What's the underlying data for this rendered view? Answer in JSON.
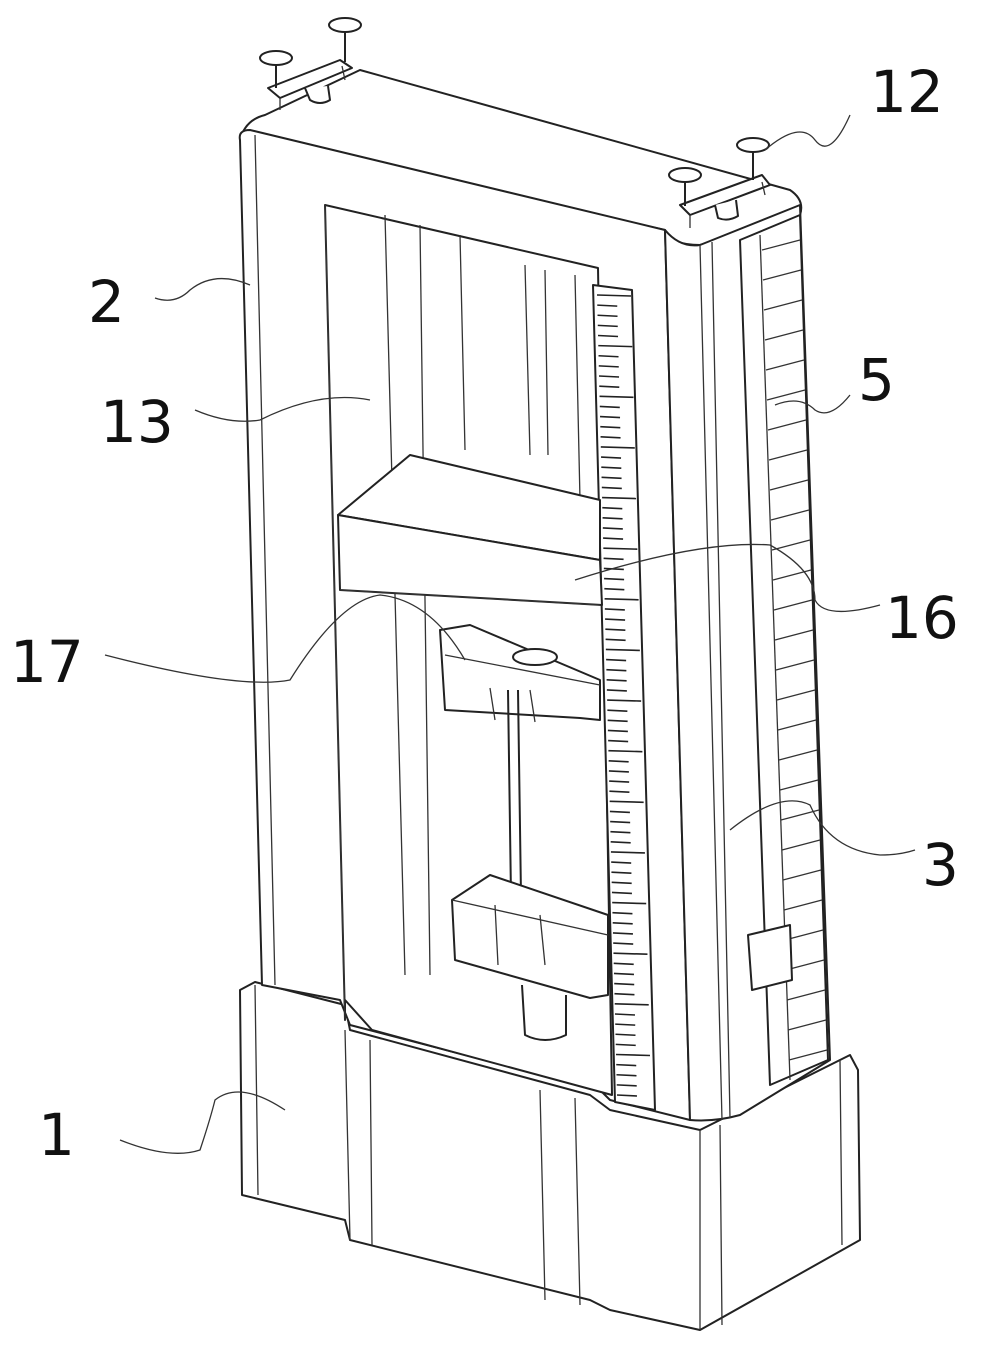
{
  "figure": {
    "labels": {
      "l12": "12",
      "l2": "2",
      "l13": "13",
      "l5": "5",
      "l16": "16",
      "l17": "17",
      "l3": "3",
      "l1": "1"
    }
  }
}
